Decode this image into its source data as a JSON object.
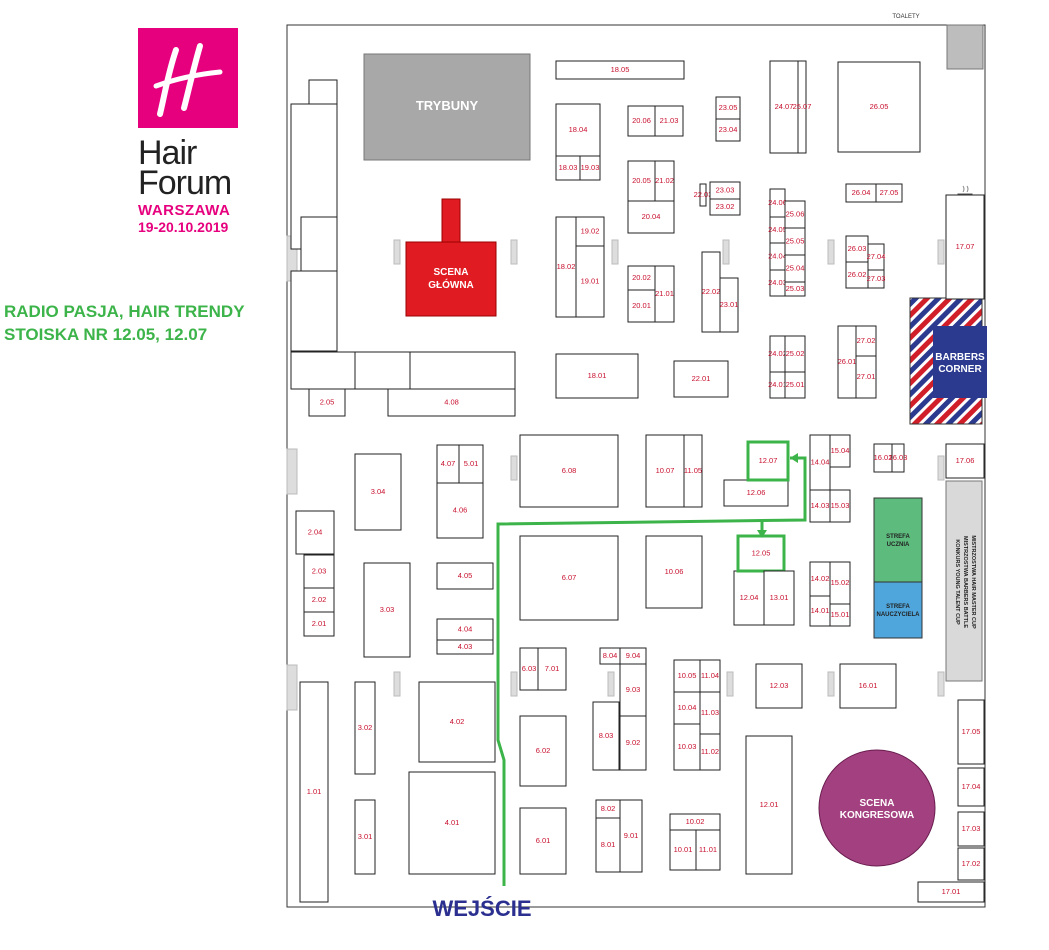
{
  "brand": {
    "word1": "Hair",
    "word2": "Forum",
    "city": "WARSZAWA",
    "dates": "19-20.10.2019",
    "color": "#e6007e"
  },
  "promo": {
    "line1": "RADIO PASJA, HAIR TRENDY",
    "line2": "STOISKA NR 12.05, 12.07",
    "color": "#3cb44a"
  },
  "venue": {
    "toilets": "TOALETY",
    "entrance": "WEJŚCIE",
    "stands": "TRYBUNY",
    "main_stage_1": "SCENA",
    "main_stage_2": "GŁÓWNA",
    "congress_1": "SCENA",
    "congress_2": "KONGRESOWA",
    "barbers_1": "BARBERS",
    "barbers_2": "CORNER",
    "student_1": "STREFA",
    "student_2": "UCZNIA",
    "teacher_1": "STREFA",
    "teacher_2": "NAUCZYCIELA",
    "cups": [
      "MISTRZOSTWA HAIR MASTER CUP",
      "MISTRZOSTWA BARBERS BATTLE",
      "KONKURS YOUNG TALENT CUP"
    ]
  },
  "booths": [
    "1.01",
    "2.01",
    "2.02",
    "2.03",
    "2.04",
    "2.05",
    "3.01",
    "3.02",
    "3.03",
    "3.04",
    "4.01",
    "4.02",
    "4.03",
    "4.04",
    "4.05",
    "4.06",
    "4.07",
    "4.08",
    "5.01",
    "6.01",
    "6.02",
    "6.03",
    "6.07",
    "6.08",
    "7.01",
    "8.01",
    "8.02",
    "8.03",
    "8.04",
    "9.01",
    "9.02",
    "9.03",
    "9.04",
    "10.01",
    "10.02",
    "10.03",
    "10.04",
    "10.05",
    "10.06",
    "10.07",
    "11.01",
    "11.02",
    "11.03",
    "11.04",
    "11.05",
    "12.01",
    "12.03",
    "12.04",
    "12.05",
    "12.06",
    "12.07",
    "13.01",
    "14.01",
    "14.02",
    "14.03",
    "14.04",
    "15.01",
    "15.02",
    "15.03",
    "15.04",
    "16.01",
    "16.02",
    "16.03",
    "17.01",
    "17.02",
    "17.03",
    "17.04",
    "17.05",
    "17.06",
    "17.07",
    "18.01",
    "18.02",
    "18.03",
    "18.04",
    "18.05",
    "19.01",
    "19.02",
    "19.03",
    "20.01",
    "20.02",
    "20.04",
    "20.05",
    "20.06",
    "21.01",
    "21.02",
    "21.03",
    "22.01",
    "22.02",
    "22.03",
    "23.01",
    "23.02",
    "23.03",
    "23.04",
    "23.05",
    "24.01",
    "24.02",
    "24.03",
    "24.04",
    "24.05",
    "24.06",
    "24.07",
    "25.01",
    "25.02",
    "25.03",
    "25.04",
    "25.05",
    "25.06",
    "25.07",
    "26.01",
    "26.02",
    "26.03",
    "26.04",
    "26.05",
    "27.01",
    "27.02",
    "27.03",
    "27.04",
    "27.05"
  ],
  "highlighted": [
    "12.05",
    "12.07"
  ]
}
